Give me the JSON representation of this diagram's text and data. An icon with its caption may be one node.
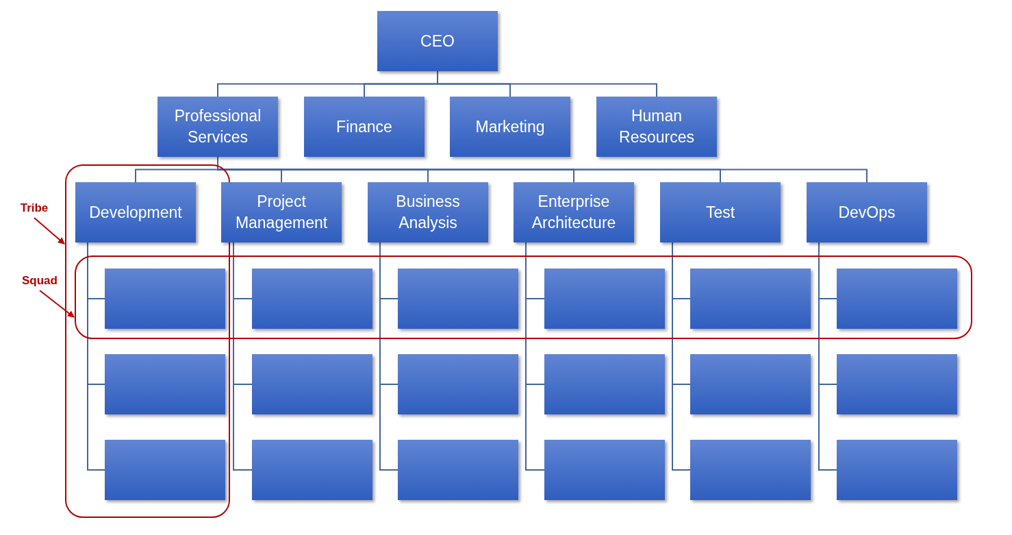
{
  "diagram": {
    "nodes": [
      {
        "text": [
          "CEO"
        ]
      },
      {
        "text": [
          "Professional Services"
        ]
      },
      {
        "text": [
          "Finance"
        ]
      },
      {
        "text": [
          "Marketing"
        ]
      },
      {
        "text": [
          "Human Resources"
        ]
      },
      {
        "text": [
          "Tribe"
        ]
      },
      {
        "text": [],
        "shape": "box"
      },
      {
        "text": [
          "Development"
        ],
        "in": 6
      },
      {
        "text": [
          "Project Management"
        ]
      },
      {
        "text": [
          "Business Analysis"
        ]
      },
      {
        "text": [
          "Enterprise Architecture"
        ]
      },
      {
        "text": [
          "Test"
        ]
      },
      {
        "text": [
          "DevOps"
        ]
      },
      {
        "text": [
          "Squad"
        ]
      },
      {
        "text": [],
        "shape": "box"
      },
      {
        "text": [],
        "shape": "box"
      },
      {
        "text": [],
        "shape": "box",
        "in": 14
      },
      {
        "text": [],
        "shape": "box",
        "in": 14
      },
      {
        "text": [],
        "shape": "box",
        "in": 14
      },
      {
        "text": [],
        "shape": "box",
        "in": 14
      },
      {
        "text": [],
        "shape": "box",
        "in": 14
      },
      {
        "text": [],
        "shape": "box",
        "in": 6
      },
      {
        "text": [],
        "shape": "box"
      },
      {
        "text": [],
        "shape": "box"
      },
      {
        "text": [],
        "shape": "box"
      },
      {
        "text": [],
        "shape": "box"
      },
      {
        "text": [],
        "shape": "box"
      },
      {
        "text": [],
        "shape": "box",
        "in": 6
      },
      {
        "text": [],
        "shape": "box"
      },
      {
        "text": [],
        "shape": "box"
      },
      {
        "text": [],
        "shape": "box"
      },
      {
        "text": [],
        "shape": "box"
      },
      {
        "text": [],
        "shape": "box"
      }
    ],
    "edges": [
      {
        "from": 0,
        "to": 1,
        "arrow": "none"
      },
      {
        "from": 0,
        "to": 2,
        "arrow": "none"
      },
      {
        "from": 0,
        "to": 3,
        "arrow": "none"
      },
      {
        "from": 0,
        "to": 4,
        "arrow": "none"
      },
      {
        "from": 1,
        "to": 7,
        "arrow": "none"
      },
      {
        "from": 1,
        "to": 8,
        "arrow": "none"
      },
      {
        "from": 1,
        "to": 9,
        "arrow": "none"
      },
      {
        "from": 1,
        "to": 10,
        "arrow": "none"
      },
      {
        "from": 1,
        "to": 11,
        "arrow": "none"
      },
      {
        "from": 1,
        "to": 12,
        "arrow": "none"
      },
      {
        "from": 7,
        "to": 15,
        "arrow": "none"
      },
      {
        "from": 7,
        "to": 21,
        "arrow": "none"
      },
      {
        "from": 7,
        "to": 27,
        "arrow": "none"
      },
      {
        "from": 8,
        "to": 16,
        "arrow": "none"
      },
      {
        "from": 8,
        "to": 22,
        "arrow": "none"
      },
      {
        "from": 8,
        "to": 28,
        "arrow": "none"
      },
      {
        "from": 9,
        "to": 17,
        "arrow": "none"
      },
      {
        "from": 9,
        "to": 23,
        "arrow": "none"
      },
      {
        "from": 9,
        "to": 29,
        "arrow": "none"
      },
      {
        "from": 10,
        "to": 18,
        "arrow": "none"
      },
      {
        "from": 10,
        "to": 24,
        "arrow": "none"
      },
      {
        "from": 10,
        "to": 30,
        "arrow": "none"
      },
      {
        "from": 11,
        "to": 19,
        "arrow": "none"
      },
      {
        "from": 11,
        "to": 25,
        "arrow": "none"
      },
      {
        "from": 11,
        "to": 31,
        "arrow": "none"
      },
      {
        "from": 12,
        "to": 20,
        "arrow": "none"
      },
      {
        "from": 12,
        "to": 26,
        "arrow": "none"
      },
      {
        "from": 12,
        "to": 32,
        "arrow": "none"
      },
      {
        "from": 5,
        "to": 6,
        "arrow": "to",
        "color": "#c00000"
      },
      {
        "from": 13,
        "to": 14,
        "arrow": "to",
        "color": "#c00000"
      }
    ]
  }
}
